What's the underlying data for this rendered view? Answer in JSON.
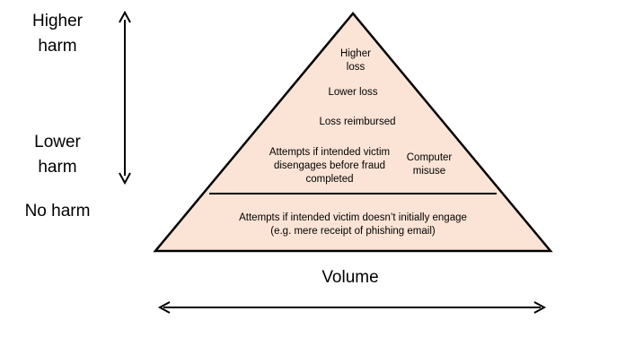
{
  "colors": {
    "pyramid_fill": "#fbe4d5",
    "stroke": "#000000",
    "text": "#000000"
  },
  "side_labels": {
    "higher_harm": "Higher\nharm",
    "lower_harm": "Lower\nharm",
    "no_harm": "No harm"
  },
  "pyramid": {
    "higher_loss": "Higher\nloss",
    "lower_loss": "Lower loss",
    "loss_reimbursed": "Loss reimbursed",
    "attempts_disengage": "Attempts if intended victim\ndisengages before fraud\ncompleted",
    "computer_misuse": "Computer\nmisuse",
    "attempts_no_engage": "Attempts if intended victim doesn’t initially engage\n(e.g. mere receipt of phishing email)"
  },
  "axis": {
    "volume": "Volume"
  },
  "icons": {
    "vertical_axis": "double-headed-arrow-icon",
    "horizontal_axis": "double-headed-arrow-icon"
  }
}
